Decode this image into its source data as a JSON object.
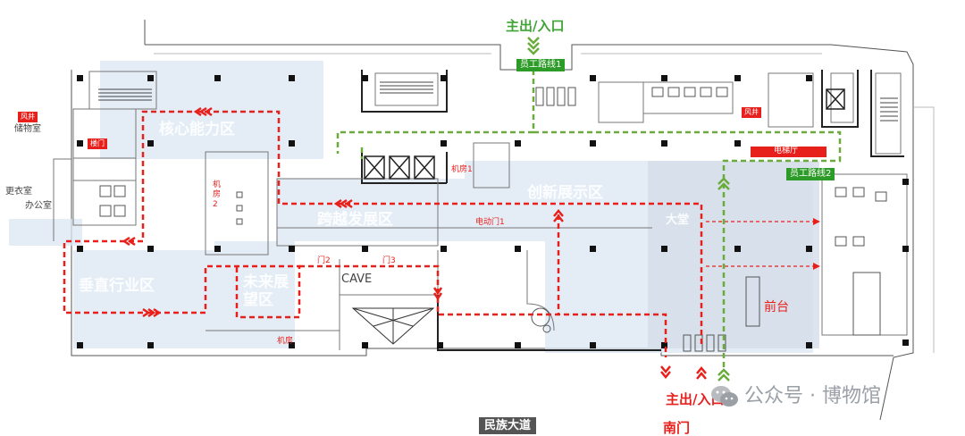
{
  "entrances": {
    "main_top": "主出/入口",
    "main_bottom": "主出/入口",
    "south_gate": "南门"
  },
  "staff_routes": {
    "route1": "员工路线1",
    "route2": "员工路线2"
  },
  "zones": {
    "core_capability": "核心能力区",
    "innovation_display": "创新展示区",
    "cross_development": "跨越发展区",
    "vertical_industry": "垂直行业区",
    "future_outlook": "未来展望区",
    "lobby": "大堂",
    "front_desk": "前台"
  },
  "rooms": {
    "wind_well_left": "风井",
    "storage": "储物室",
    "changing_room": "更衣室",
    "office": "办公室",
    "machine_room_1": "机房1",
    "machine_room_2": "机房2",
    "machine_room_bottom": "机房",
    "cave": "CAVE",
    "wind_well_right": "风井",
    "elevator_hall": "电梯厅",
    "stair_tag": "楼门"
  },
  "doors": {
    "power_door_1": "电动门1",
    "door_2": "门2",
    "door_3": "门3"
  },
  "road": "民族大道",
  "watermark": {
    "icon": "wechat-icon",
    "text": "公众号 · 博物馆"
  },
  "colors": {
    "visitor_route": "#e8201c",
    "staff_route": "#6aab3a",
    "zone_fill": "#dbe7f3",
    "wall": "#222222"
  }
}
